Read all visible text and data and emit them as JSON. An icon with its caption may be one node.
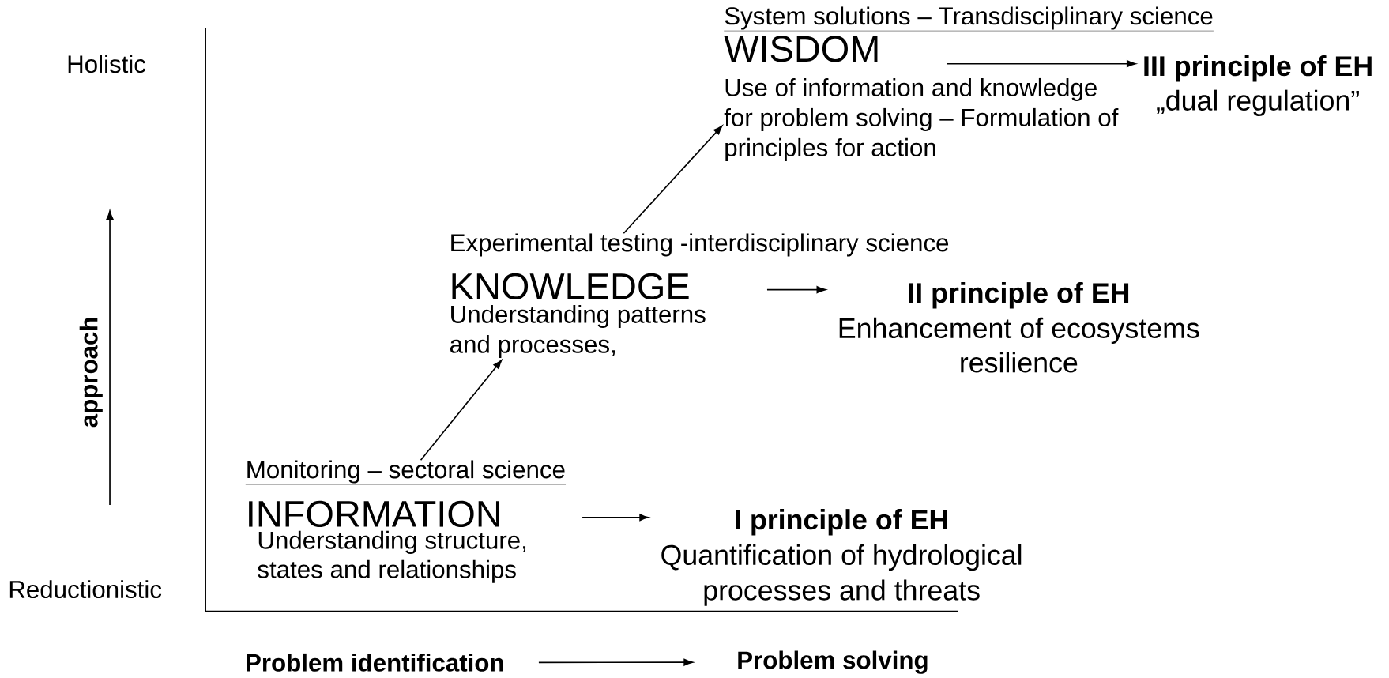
{
  "diagram": {
    "nodes": [
      {
        "text": [
          "Monitoring – sectoral science",
          "INFORMATION",
          "Understanding structure, states and relationships"
        ]
      },
      {
        "text": [
          "I principle of EH",
          "Quantification of hydrological processes and threats"
        ]
      },
      {
        "text": [
          "Experimental testing -interdisciplinary science",
          "KNOWLEDGE",
          "Understanding patterns and processes,"
        ]
      },
      {
        "text": [
          "II principle of EH",
          "Enhancement of ecosystems resilience"
        ]
      },
      {
        "text": [
          "System solutions – Transdisciplinary science",
          "WISDOM",
          "Use of information and knowledge for problem solving – Formulation of principles for action"
        ]
      },
      {
        "text": [
          "III principle of EH",
          "„dual regulation”"
        ]
      },
      {
        "text": [
          "Problem identification"
        ]
      },
      {
        "text": [
          "Problem solving"
        ]
      }
    ],
    "edges": [
      {
        "from": 0,
        "to": 1,
        "arrow": "to"
      },
      {
        "from": 0,
        "to": 2,
        "arrow": "to"
      },
      {
        "from": 2,
        "to": 3,
        "arrow": "to"
      },
      {
        "from": 2,
        "to": 4,
        "arrow": "to"
      },
      {
        "from": 4,
        "to": 5,
        "arrow": "to"
      },
      {
        "from": 6,
        "to": 7,
        "arrow": "to"
      }
    ],
    "labels": [
      "Holistic",
      "approach",
      "Reductionistic"
    ]
  }
}
